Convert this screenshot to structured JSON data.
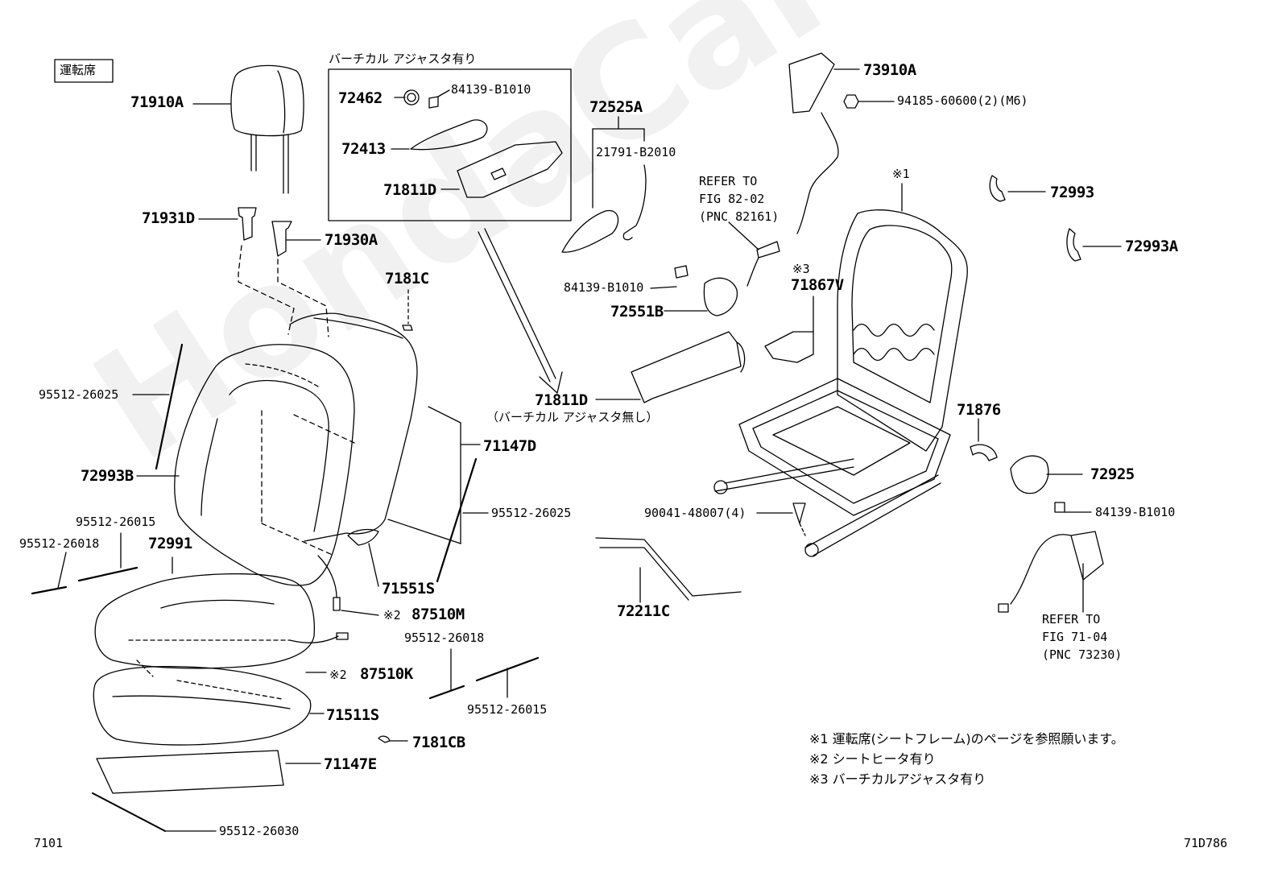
{
  "watermark": "HondaCarMe.ru",
  "seat_tag": "運転席",
  "inset_title": "バーチカル アジャスタ有り",
  "without_adjuster": "（バーチカル アジャスタ無し）",
  "refer_82": [
    "REFER TO",
    "FIG 82-02",
    "(PNC 82161)"
  ],
  "refer_71": [
    "REFER TO",
    "FIG 71-04",
    "(PNC 73230)"
  ],
  "marks": {
    "m1": "※1",
    "m2": "※2",
    "m3": "※3"
  },
  "notes": [
    "※1 運転席(シートフレーム)のページを参照願います。",
    "※2 シートヒータ有り",
    "※3 バーチカルアジャスタ有り"
  ],
  "footer_left": "7101",
  "footer_right": "71D786",
  "parts": {
    "p71910A": "71910A",
    "p71931D": "71931D",
    "p71930A": "71930A",
    "p72462": "72462",
    "p84139_1": "84139-B1010",
    "p72413": "72413",
    "p71811D_in": "71811D",
    "p72525A": "72525A",
    "p21791": "21791-B2010",
    "p73910A": "73910A",
    "p94185": "94185-60600(2)(M6)",
    "p72993": "72993",
    "p72993A": "72993A",
    "p7181C": "7181C",
    "p84139_2": "84139-B1010",
    "p72551B": "72551B",
    "p71867V": "71867V",
    "p95512_26025a": "95512-26025",
    "p71811D": "71811D",
    "p71147D": "71147D",
    "p72993B": "72993B",
    "p95512_26025b": "95512-26025",
    "p95512_26015a": "95512-26015",
    "p95512_26018a": "95512-26018",
    "p72991": "72991",
    "p71551S": "71551S",
    "p87510M": "87510M",
    "p87510K": "87510K",
    "p95512_26018b": "95512-26018",
    "p95512_26015b": "95512-26015",
    "p71511S": "71511S",
    "p7181CB": "7181CB",
    "p71147E": "71147E",
    "p95512_26030": "95512-26030",
    "p71876": "71876",
    "p72925": "72925",
    "p84139_3": "84139-B1010",
    "p90041": "90041-48007(4)",
    "p72211C": "72211C"
  }
}
